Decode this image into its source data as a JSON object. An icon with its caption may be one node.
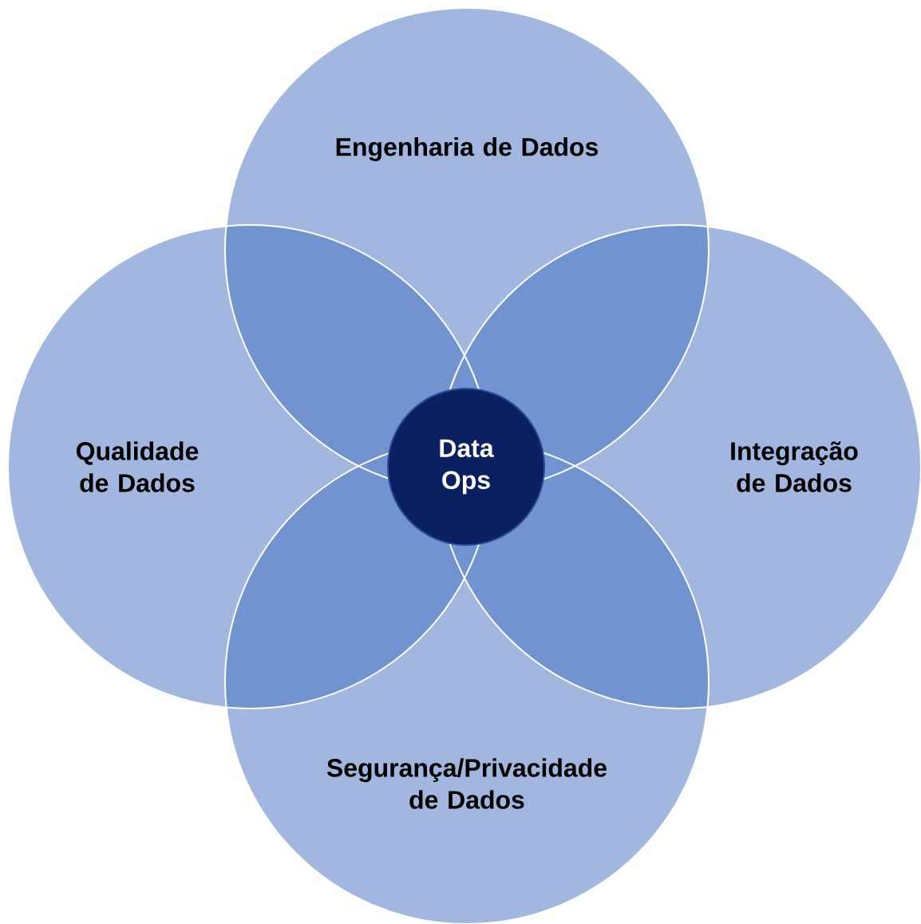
{
  "diagram": {
    "nodes": [
      {
        "text": [
          "Engenharia de Dados"
        ]
      },
      {
        "text": [
          "Qualidade de Dados"
        ]
      },
      {
        "text": [
          "Data Ops"
        ]
      },
      {
        "text": [
          "Integração de Dados"
        ]
      },
      {
        "text": [
          "Segurança/Privacidade de Dados"
        ]
      }
    ]
  }
}
